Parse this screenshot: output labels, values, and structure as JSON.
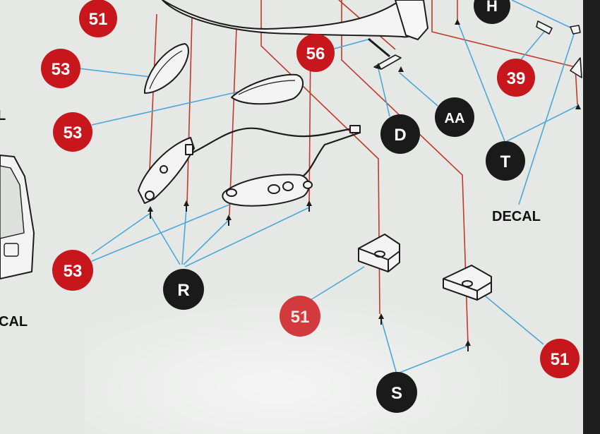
{
  "colors": {
    "paper": "#e6e8e6",
    "red_badge": "#c8171c",
    "black_badge": "#1a1a1a",
    "red_line": "#c0392b",
    "blue_line": "#4aa8d8",
    "outline": "#1c1c1c"
  },
  "badges": {
    "b51_top": "51",
    "b53_a": "53",
    "b53_b": "53",
    "b53_c": "53",
    "b56": "56",
    "b39": "39",
    "b51_mid": "51",
    "b51_right": "51",
    "bH": "H",
    "bAA": "AA",
    "bD": "D",
    "bT": "T",
    "bR": "R",
    "bS": "S"
  },
  "labels": {
    "decal_right": "DECAL",
    "decal_left": "CAL",
    "left_edge_letter": "L"
  }
}
